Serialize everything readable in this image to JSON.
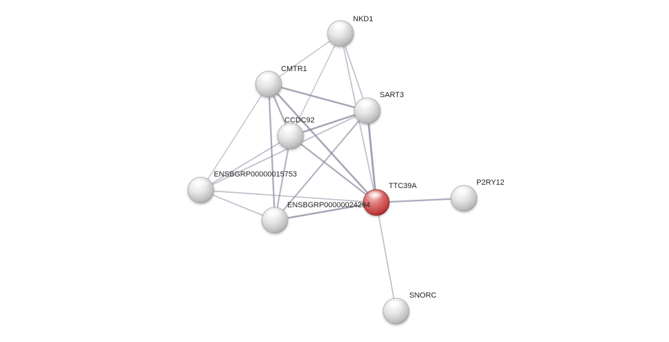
{
  "network": {
    "colors": {
      "background": "#ffffff",
      "node_default": "#d9d9d9",
      "node_query": "#d44a4a",
      "edge": "#8c8fa3",
      "label": "#222222"
    },
    "nodes": [
      {
        "id": "NKD1",
        "label": "NKD1",
        "query": false
      },
      {
        "id": "CMTR1",
        "label": "CMTR1",
        "query": false
      },
      {
        "id": "SART3",
        "label": "SART3",
        "query": false
      },
      {
        "id": "CCDC92",
        "label": "CCDC92",
        "query": false
      },
      {
        "id": "ENSBGRP00000015753",
        "label": "ENSBGRP00000015753",
        "query": false
      },
      {
        "id": "TTC39A",
        "label": "TTC39A",
        "query": true
      },
      {
        "id": "P2RY12",
        "label": "P2RY12",
        "query": false
      },
      {
        "id": "ENSBGRP00000024294",
        "label": "ENSBGRP00000024294",
        "query": false
      },
      {
        "id": "SNORC",
        "label": "SNORC",
        "query": false
      }
    ],
    "edges": [
      {
        "source": "NKD1",
        "target": "CMTR1",
        "strength": 0.3
      },
      {
        "source": "NKD1",
        "target": "SART3",
        "strength": 0.4
      },
      {
        "source": "NKD1",
        "target": "CCDC92",
        "strength": 0.3
      },
      {
        "source": "NKD1",
        "target": "TTC39A",
        "strength": 0.4
      },
      {
        "source": "CMTR1",
        "target": "SART3",
        "strength": 0.8
      },
      {
        "source": "CMTR1",
        "target": "CCDC92",
        "strength": 0.7
      },
      {
        "source": "CMTR1",
        "target": "ENSBGRP00000015753",
        "strength": 0.3
      },
      {
        "source": "CMTR1",
        "target": "TTC39A",
        "strength": 0.8
      },
      {
        "source": "CMTR1",
        "target": "ENSBGRP00000024294",
        "strength": 0.7
      },
      {
        "source": "SART3",
        "target": "CCDC92",
        "strength": 0.8
      },
      {
        "source": "SART3",
        "target": "ENSBGRP00000015753",
        "strength": 0.4
      },
      {
        "source": "SART3",
        "target": "TTC39A",
        "strength": 0.9
      },
      {
        "source": "SART3",
        "target": "ENSBGRP00000024294",
        "strength": 0.6
      },
      {
        "source": "CCDC92",
        "target": "ENSBGRP00000015753",
        "strength": 0.4
      },
      {
        "source": "CCDC92",
        "target": "TTC39A",
        "strength": 0.7
      },
      {
        "source": "CCDC92",
        "target": "ENSBGRP00000024294",
        "strength": 0.6
      },
      {
        "source": "ENSBGRP00000015753",
        "target": "TTC39A",
        "strength": 0.4
      },
      {
        "source": "ENSBGRP00000015753",
        "target": "ENSBGRP00000024294",
        "strength": 0.4
      },
      {
        "source": "ENSBGRP00000024294",
        "target": "TTC39A",
        "strength": 0.8
      },
      {
        "source": "TTC39A",
        "target": "P2RY12",
        "strength": 0.7
      },
      {
        "source": "TTC39A",
        "target": "SNORC",
        "strength": 0.4
      }
    ]
  }
}
